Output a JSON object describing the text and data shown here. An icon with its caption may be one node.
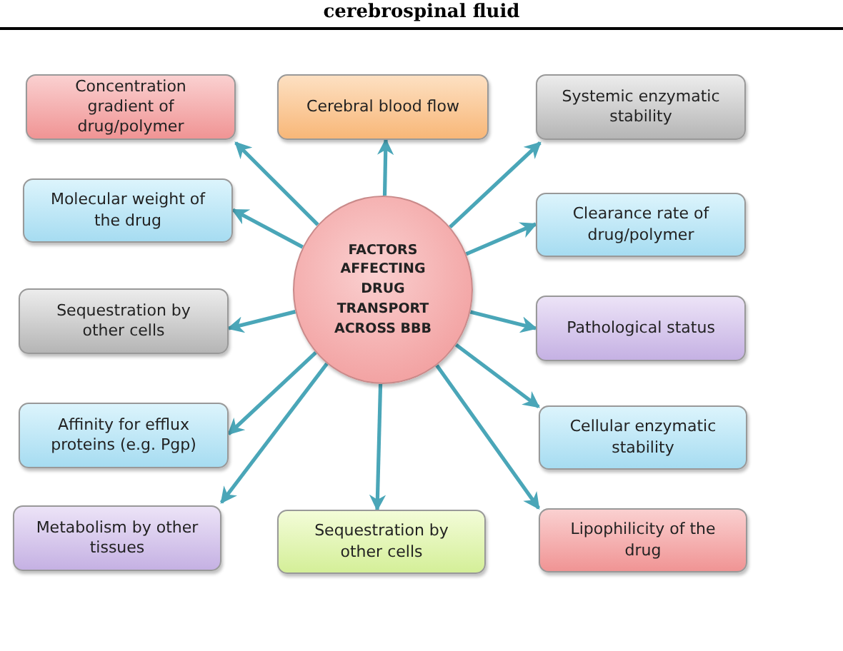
{
  "diagram": {
    "nodes": [
      {
        "text": [
          "FACTORS AFFECTING DRUG TRANSPORT ACROSS BBB"
        ]
      },
      {
        "text": [
          "Concentration gradient of drug/polymer"
        ]
      },
      {
        "text": [
          "Cerebral blood flow"
        ]
      },
      {
        "text": [
          "Systemic enzymatic stability"
        ]
      },
      {
        "text": [
          "Molecular weight of the drug"
        ]
      },
      {
        "text": [
          "Clearance rate of drug/polymer"
        ]
      },
      {
        "text": [
          "Sequestration by other cells"
        ]
      },
      {
        "text": [
          "Pathological status"
        ]
      },
      {
        "text": [
          "Affinity for efflux proteins (e.g. Pgp)"
        ]
      },
      {
        "text": [
          "Cellular enzymatic stability"
        ]
      },
      {
        "text": [
          "Metabolism by other tissues"
        ]
      },
      {
        "text": [
          "Sequestration by other cells"
        ]
      },
      {
        "text": [
          "Lipophilicity of the drug"
        ]
      }
    ],
    "edges": [
      {
        "from": 0,
        "to": 1,
        "arrow": "to"
      },
      {
        "from": 0,
        "to": 2,
        "arrow": "to"
      },
      {
        "from": 0,
        "to": 3,
        "arrow": "to"
      },
      {
        "from": 0,
        "to": 4,
        "arrow": "to"
      },
      {
        "from": 0,
        "to": 5,
        "arrow": "to"
      },
      {
        "from": 0,
        "to": 6,
        "arrow": "to"
      },
      {
        "from": 0,
        "to": 7,
        "arrow": "to"
      },
      {
        "from": 0,
        "to": 8,
        "arrow": "to"
      },
      {
        "from": 0,
        "to": 9,
        "arrow": "to"
      },
      {
        "from": 0,
        "to": 10,
        "arrow": "to"
      },
      {
        "from": 0,
        "to": 11,
        "arrow": "to"
      },
      {
        "from": 0,
        "to": 12,
        "arrow": "to"
      }
    ],
    "labels": [
      "cerebrospinal fluid"
    ]
  }
}
